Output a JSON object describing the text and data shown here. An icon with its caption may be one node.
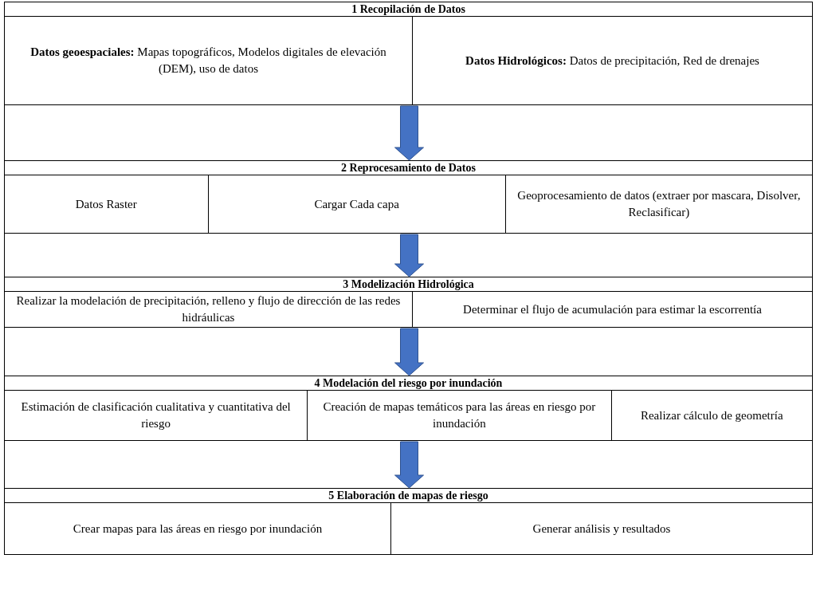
{
  "diagram": {
    "nodes": [
      {
        "text": [
          "1 Recopilación de Datos"
        ]
      },
      {
        "text": [
          "**Datos geoespaciales:** Mapas topográficos, Modelos digitales de elevación (DEM), uso de datos"
        ],
        "in": 0
      },
      {
        "text": [
          "**Datos Hidrológicos:** Datos de precipitación, Red de drenajes"
        ],
        "in": 0
      },
      {
        "text": [
          "2 Reprocesamiento de Datos"
        ]
      },
      {
        "text": [
          "Datos Raster"
        ],
        "in": 3
      },
      {
        "text": [
          "Cargar Cada capa"
        ],
        "in": 3
      },
      {
        "text": [
          "Geoprocesamiento de datos (extraer por mascara, Disolver, Reclasificar)"
        ],
        "in": 3
      },
      {
        "text": [
          "3 Modelización Hidrológica"
        ]
      },
      {
        "text": [
          "Realizar la modelación de precipitación, relleno y flujo de dirección de las redes hidráulicas"
        ],
        "in": 7
      },
      {
        "text": [
          "Determinar el flujo de acumulación para estimar la escorrentía"
        ],
        "in": 7
      },
      {
        "text": [
          "4 Modelación del riesgo por inundación"
        ]
      },
      {
        "text": [
          "Estimación de clasificación cualitativa y cuantitativa del riesgo"
        ],
        "in": 10
      },
      {
        "text": [
          "Creación de mapas temáticos para las áreas en riesgo por inundación"
        ],
        "in": 10
      },
      {
        "text": [
          "Realizar cálculo de geometría"
        ],
        "in": 10
      },
      {
        "text": [
          "5 Elaboración de mapas de riesgo"
        ]
      },
      {
        "text": [
          "Crear mapas para las áreas en riesgo por inundación"
        ],
        "in": 14
      },
      {
        "text": [
          "Generar análisis y resultados"
        ],
        "in": 14
      }
    ],
    "edges": [
      {
        "from": 0,
        "to": 3,
        "arrow": "to",
        "style": "thick"
      },
      {
        "from": 3,
        "to": 7,
        "arrow": "to",
        "style": "thick"
      },
      {
        "from": 7,
        "to": 10,
        "arrow": "to",
        "style": "thick"
      },
      {
        "from": 10,
        "to": 14,
        "arrow": "to",
        "style": "thick"
      }
    ]
  }
}
